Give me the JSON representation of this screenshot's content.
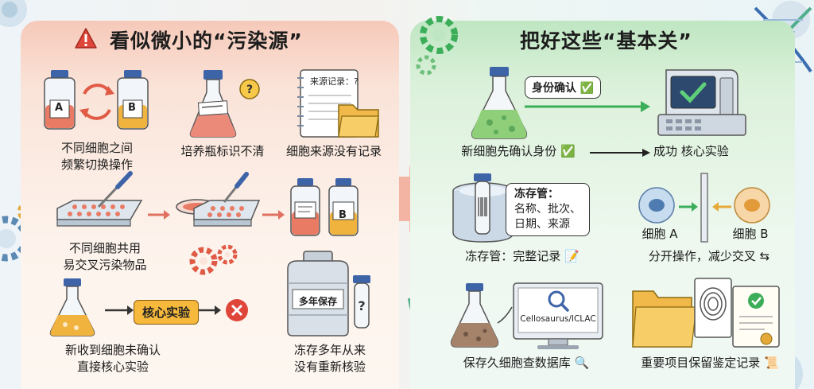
{
  "left": {
    "title": "看似微小的“污染源”",
    "items": [
      {
        "label_line1": "不同细胞之间",
        "label_line2": "频繁切换操作",
        "bottle_a": "A",
        "bottle_b": "B"
      },
      {
        "label": "培养瓶标识不清"
      },
      {
        "label": "细胞来源没有记录",
        "notebook_text": "来源记录：?"
      },
      {
        "label_line1": "不同细胞共用",
        "label_line2": "易交叉污染物品",
        "bottle_b": "B"
      },
      {
        "label_line1": "新收到细胞未确认",
        "label_line2": "直接核心实验",
        "box": "核心实验"
      },
      {
        "label_line1": "冻存多年从来",
        "label_line2": "没有重新核验",
        "tank_label": "多年保存"
      }
    ]
  },
  "right": {
    "title": "把好这些“基本关”",
    "identity_bubble": "身份确认 ✅",
    "new_cell_label": "新细胞先确认身份 ✅",
    "success_label": "成功  核心实验",
    "cryo_bubble_line1": "冻存管：",
    "cryo_bubble_line2": "名称、批次、",
    "cryo_bubble_line3": "日期、来源",
    "cryo_label": "冻存管：完整记录 📝",
    "cell_a": "细胞 A",
    "cell_b": "细胞 B",
    "separate_label": "分开操作，减少交叉 ⇆",
    "database_screen": "Cellosaurus/ICLAC",
    "database_label": "保存久细胞查数据库 🔍",
    "records_label": "重要项目保留鉴定记录 📜"
  },
  "colors": {
    "warn_red": "#e0453a",
    "accent_green": "#3cae5a",
    "arrow_red": "#e07060"
  }
}
